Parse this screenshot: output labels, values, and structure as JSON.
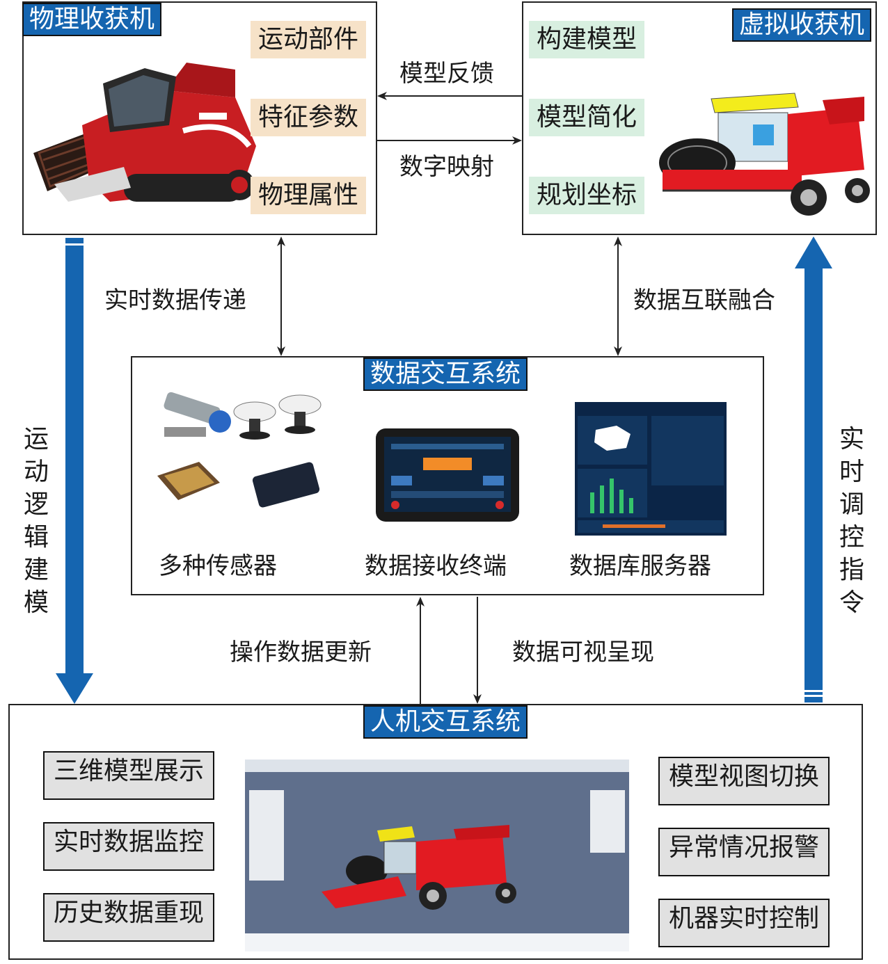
{
  "physical": {
    "title": "物理收获机",
    "parts": [
      "运动部件",
      "特征参数",
      "物理属性"
    ]
  },
  "virtual": {
    "title": "虚拟收获机",
    "parts": [
      "构建模型",
      "模型简化",
      "规划坐标"
    ]
  },
  "links": {
    "model_feedback": "模型反馈",
    "digital_mapping": "数字映射",
    "realtime_transfer": "实时数据传递",
    "data_fusion": "数据互联融合",
    "op_update": "操作数据更新",
    "data_visual": "数据可视呈现",
    "motion_modeling": "运动逻辑建模",
    "realtime_control": "实时调控指令"
  },
  "data_system": {
    "title": "数据交互系统",
    "items": [
      "多种传感器",
      "数据接收终端",
      "数据库服务器"
    ]
  },
  "hmi": {
    "title": "人机交互系统",
    "left": [
      "三维模型展示",
      "实时数据监控",
      "历史数据重现"
    ],
    "right": [
      "模型视图切换",
      "异常情况报警",
      "机器实时控制"
    ]
  },
  "colors": {
    "title_bg": "#1565b0",
    "arrow_blue": "#1565b0",
    "tan": "#f6e2c8",
    "green": "#d8efe0",
    "grey": "#e1e1e1"
  }
}
